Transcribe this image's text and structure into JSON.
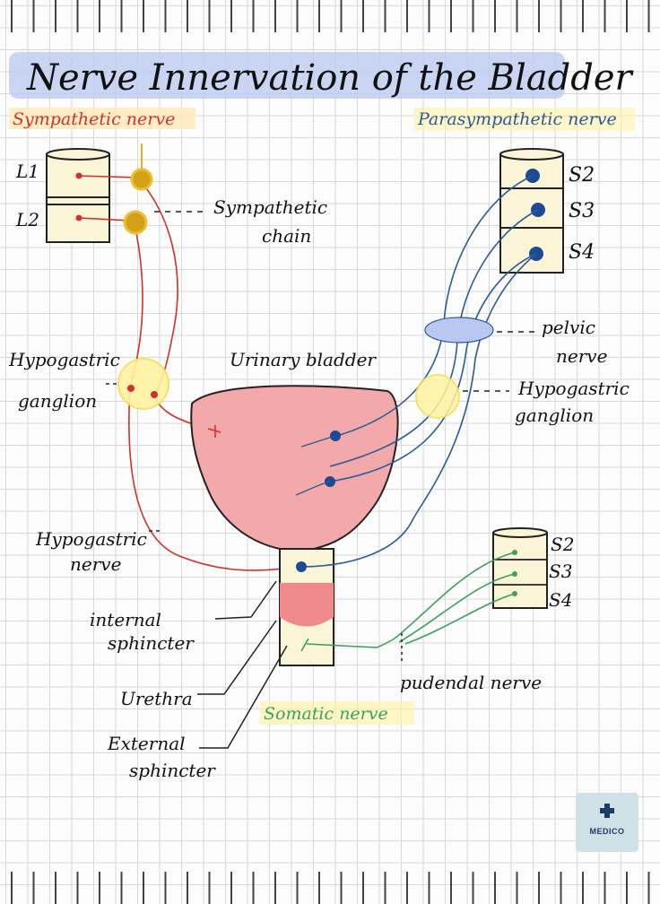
{
  "title": "Nerve Innervation of the Bladder",
  "sympathetic": {
    "heading": "Sympathetic nerve",
    "levels": [
      "L1",
      "L2"
    ],
    "chain_label_line1": "Sympathetic",
    "chain_label_line2": "chain",
    "ganglion_line1": "Hypogastric",
    "ganglion_line2": "ganglion",
    "nerve_line1": "Hypogastric",
    "nerve_line2": "nerve"
  },
  "parasympathetic": {
    "heading": "Parasympathetic nerve",
    "levels": [
      "S2",
      "S3",
      "S4"
    ],
    "pelvic_line1": "pelvic",
    "pelvic_line2": "nerve",
    "ganglion_line1": "Hypogastric",
    "ganglion_line2": "ganglion"
  },
  "somatic": {
    "heading": "Somatic nerve",
    "levels": [
      "S2",
      "S3",
      "S4"
    ],
    "pudendal": "pudendal nerve"
  },
  "bladder": {
    "label": "Urinary bladder",
    "internal_line1": "internal",
    "internal_line2": "sphincter",
    "urethra": "Urethra",
    "external_line1": "External",
    "external_line2": "sphincter"
  },
  "logo": {
    "brand": "MEDICO",
    "icon": "medical-cross-icon"
  },
  "colors": {
    "sympathetic": "#d0312d",
    "parasympathetic": "#2a5a9a",
    "somatic": "#3aa05a",
    "bladder_fill": "#f3a9aa",
    "ganglion_fill": "#d4a017",
    "highlight_yellow": "#fff3a0",
    "highlight_blue": "#b8c8f0"
  }
}
